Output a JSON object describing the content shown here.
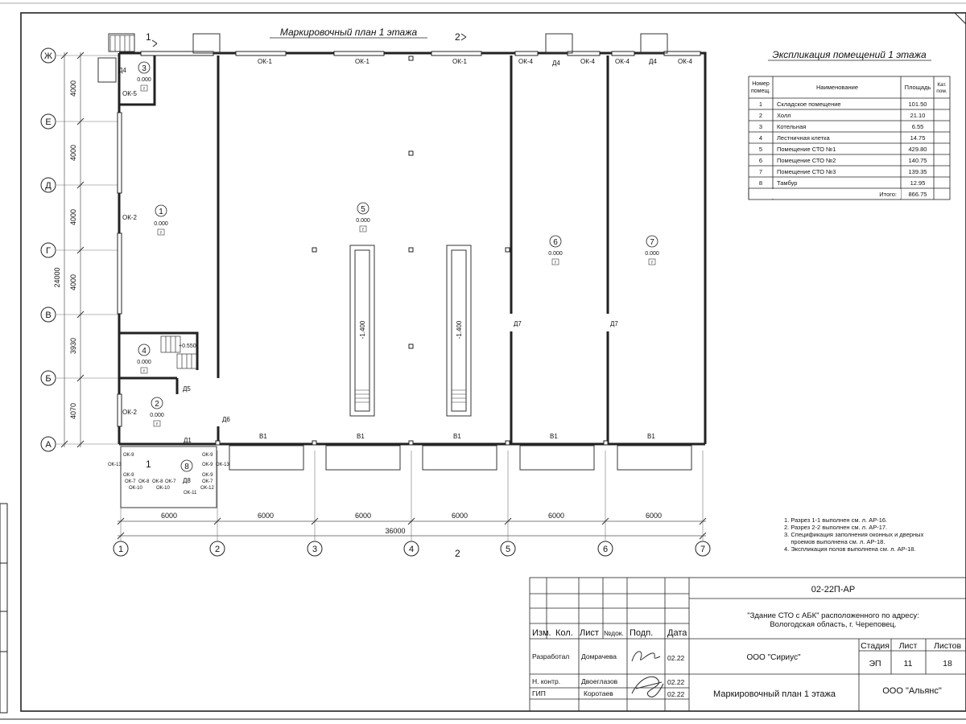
{
  "plan": {
    "title": "Маркировочный план 1 этажа",
    "section_marks": {
      "s1": "1",
      "s2": "2"
    },
    "axes_letters": [
      "Ж",
      "Е",
      "Д",
      "Г",
      "В",
      "Б",
      "А"
    ],
    "axes_numbers": [
      "1",
      "2",
      "3",
      "4",
      "5",
      "6",
      "7"
    ],
    "vertical_dims": [
      "4000",
      "4000",
      "4000",
      "4000",
      "3930",
      "4070"
    ],
    "total_vertical": "24000",
    "horizontal_dims": [
      "6000",
      "6000",
      "6000",
      "6000",
      "6000",
      "6000"
    ],
    "total_horizontal": "36000",
    "rooms": [
      {
        "num": "1",
        "level": "0.000",
        "cat": "f"
      },
      {
        "num": "2",
        "level": "0.000",
        "cat": "f"
      },
      {
        "num": "3",
        "level": "0.000",
        "cat": "f"
      },
      {
        "num": "4",
        "level": "0.000",
        "cat": "f"
      },
      {
        "num": "5",
        "level": "0.000",
        "cat": "f"
      },
      {
        "num": "6",
        "level": "0.000",
        "cat": "f"
      },
      {
        "num": "7",
        "level": "0.000",
        "cat": "f"
      },
      {
        "num": "8",
        "level": "",
        "cat": ""
      }
    ],
    "pit_levels": [
      "-1.400",
      "-1.400"
    ],
    "stair_level": "+0.550",
    "labels": {
      "ok1": "ОК-1",
      "ok2": "ОК-2",
      "ok4": "ОК-4",
      "ok5": "ОК-5",
      "ok7": "ОК-7",
      "ok8": "ОК-8",
      "ok9": "ОК-9",
      "ok10": "ОК-10",
      "ok11": "ОК-11",
      "ok12": "ОК-12",
      "ok13": "ОК-13",
      "d1": "Д1",
      "d4": "Д4",
      "d5": "Д5",
      "d6": "Д6",
      "d7": "Д7",
      "d8": "Д8",
      "v1": "В1"
    }
  },
  "explication": {
    "title": "Экспликация помещений 1 этажа",
    "headers": [
      "Номер помещ.",
      "Наименование",
      "Площадь",
      "Кат. пом."
    ],
    "rows": [
      {
        "n": "1",
        "name": "Складское помещение",
        "area": "101.50"
      },
      {
        "n": "2",
        "name": "Холл",
        "area": "21.10"
      },
      {
        "n": "3",
        "name": "Котельная",
        "area": "6.55"
      },
      {
        "n": "4",
        "name": "Лестничная клетка",
        "area": "14.75"
      },
      {
        "n": "5",
        "name": "Помещение СТО №1",
        "area": "429.80"
      },
      {
        "n": "6",
        "name": "Помещение СТО №2",
        "area": "140.75"
      },
      {
        "n": "7",
        "name": "Помещение СТО №3",
        "area": "139.35"
      },
      {
        "n": "8",
        "name": "Тамбур",
        "area": "12.95"
      }
    ],
    "total_label": "Итого:",
    "total_value": "866.75"
  },
  "notes": [
    "1. Разрез 1-1 выполнен см. л. АР-16.",
    "2. Разрез 2-2 выполнен см. л. АР-17.",
    "3. Спецификация заполнения оконных и дверных",
    "    проемов выполнена см. л. АР-18.",
    "4. Экспликация полов выполнена см. л. АР-18."
  ],
  "title_block": {
    "code": "02-22П-АР",
    "project": "\"Здание СТО с АБК\" расположенного по адресу:",
    "address": "Вологодская область, г. Череповец.",
    "org_client": "ООО \"Сириус\"",
    "col_headers": {
      "izm": "Изм.",
      "kol": "Кол.",
      "list": "Лист",
      "ndok": "№док.",
      "podp": "Подп.",
      "data": "Дата"
    },
    "stage_headers": {
      "stage": "Стадия",
      "sheet": "Лист",
      "sheets": "Листов"
    },
    "stage": "ЭП",
    "sheet": "11",
    "sheets": "18",
    "people": [
      {
        "role": "Разработал",
        "name": "Домрачева",
        "date": "02.22"
      },
      {
        "role": "Н. контр.",
        "name": "Двоеглазов",
        "date": "02.22"
      },
      {
        "role": "ГИП",
        "name": "Коротаев",
        "date": "02.22"
      }
    ],
    "sheet_title": "Маркировочный план 1 этажа",
    "org_author": "ООО \"Альянс\""
  }
}
